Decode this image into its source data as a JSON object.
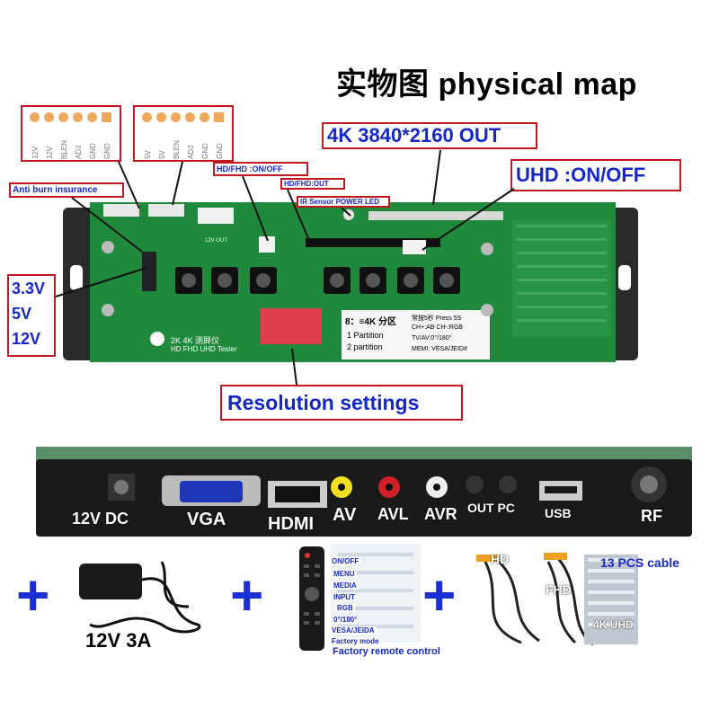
{
  "title": "实物图  physical map",
  "pin_header_left": [
    "12V",
    "12V",
    "BLEN",
    "ADJ",
    "GND",
    "GND"
  ],
  "pin_header_right": [
    "5V",
    "5V",
    "BLEN",
    "ADJ",
    "GND",
    "GND"
  ],
  "callouts": {
    "out_4k": "4K 3840*2160 OUT",
    "uhd": "UHD :ON/OFF",
    "hd_fhd_onoff": "HD/FHD :ON/OFF",
    "hd_fhd_out": "HD/FHD:OUT",
    "anti_burn": "Anti burn insurance",
    "ir_sensor": "IR Sensor POWER LED",
    "voltages": [
      "3.3V",
      "5V",
      "12V"
    ],
    "resolution": "Resolution settings"
  },
  "board_text": {
    "res_line": "8：≡4K 分区",
    "partition1": "1 Partition",
    "partition2": "2 partition",
    "press": "常按5秒 Press 5S",
    "ch": "CH+:AB  CH-:RGB",
    "tvav": "TV/AV:0°/180°",
    "memi": "MEMI: VESA/JEID#",
    "logo_cn": "2K 4K 测屏仪",
    "logo_en": "HD FHD UHD Tester",
    "conn_12v": "12V OUT"
  },
  "ports": [
    "12V DC",
    "VGA",
    "HDMI",
    "AV",
    "AVL",
    "AVR",
    "OUT PC",
    "USB",
    "RF"
  ],
  "accessories": {
    "power": "12V 3A",
    "remote_buttons": [
      "ON/OFF",
      "MENU",
      "MEDIA",
      "INPUT",
      "RGB",
      "0°/180°",
      "VESA/JEIDA",
      "Factory mode"
    ],
    "remote": "Factory remote control",
    "cable_count": "13 PCS cable",
    "hd": "HD",
    "fhd": "FHD",
    "uhd4k": "4K UHD"
  },
  "colors": {
    "board": "#1f8a3c",
    "callout_border": "#c0181c",
    "callout_text": "#1427c8",
    "plus": "#1b2fd6"
  }
}
